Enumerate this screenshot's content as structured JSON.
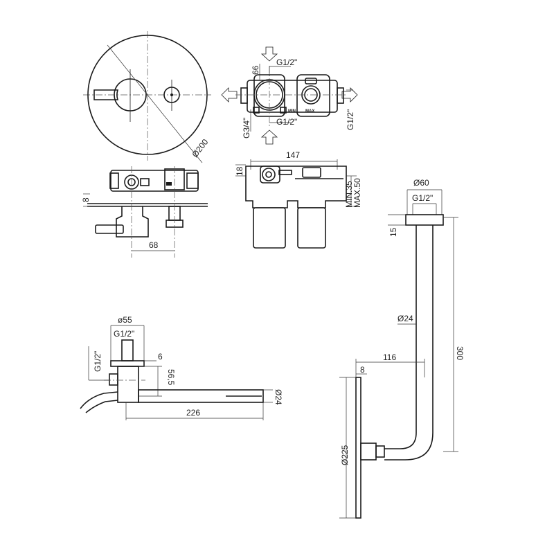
{
  "labels": {
    "d200": "Ø200",
    "g12_top": "G1/2\"",
    "d66": "66",
    "g34": "G3/4\"",
    "g12_bottom": "G1/2\"",
    "g12_right": "G1/2\"",
    "min_mark": "MIN",
    "max_mark": "MAX",
    "d147": "147",
    "d18": "18",
    "max50": "MAX.50",
    "min35": "MIN.35",
    "d8_mixer": "8",
    "d68": "68",
    "d60": "Ø60",
    "g12_arm": "G1/2\"",
    "d15": "15",
    "d24_arm": "Ø24",
    "d300": "300",
    "d116": "116",
    "d8_head": "8",
    "d225": "Ø225",
    "d55": "ø55",
    "g12_spout_top": "G1/2\"",
    "g12_spout_side": "G1/2\"",
    "d6": "6",
    "d56_5": "56,5",
    "d24_spout": "Ø24",
    "d226": "226"
  }
}
